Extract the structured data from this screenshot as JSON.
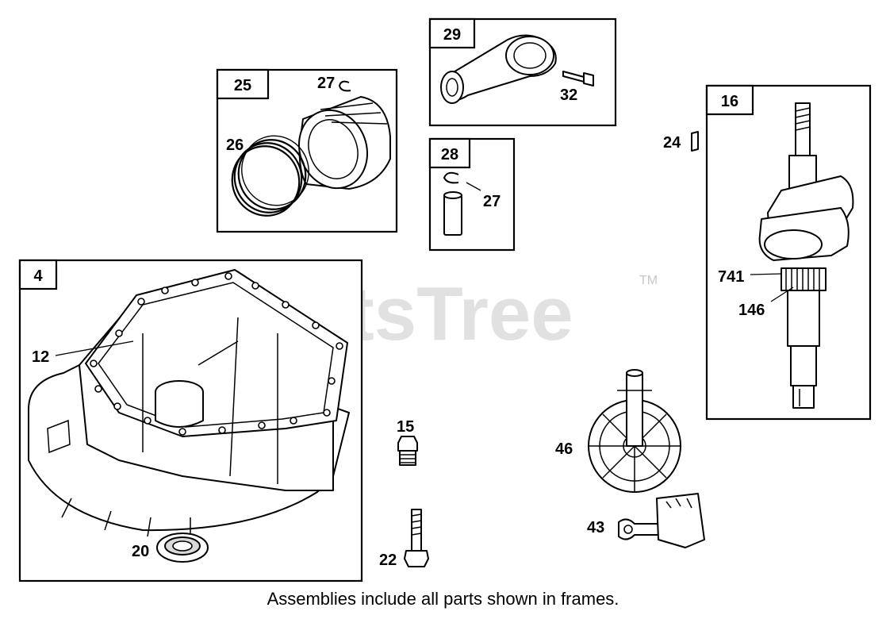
{
  "watermark": {
    "text": "PartsTree",
    "trademark": "TM"
  },
  "caption": "Assemblies include all parts shown in frames.",
  "frames": {
    "f25": {
      "tag": "25",
      "labels": {
        "a": "27",
        "b": "26"
      }
    },
    "f29": {
      "tag": "29",
      "labels": {
        "a": "32"
      }
    },
    "f28": {
      "tag": "28",
      "labels": {
        "a": "27"
      }
    },
    "f16": {
      "tag": "16",
      "labels": {
        "a": "741",
        "b": "146"
      }
    },
    "f4": {
      "tag": "4",
      "labels": {
        "a": "12",
        "b": "20"
      }
    }
  },
  "loose_parts": {
    "p24": "24",
    "p15": "15",
    "p22": "22",
    "p46": "46",
    "p43": "43"
  }
}
